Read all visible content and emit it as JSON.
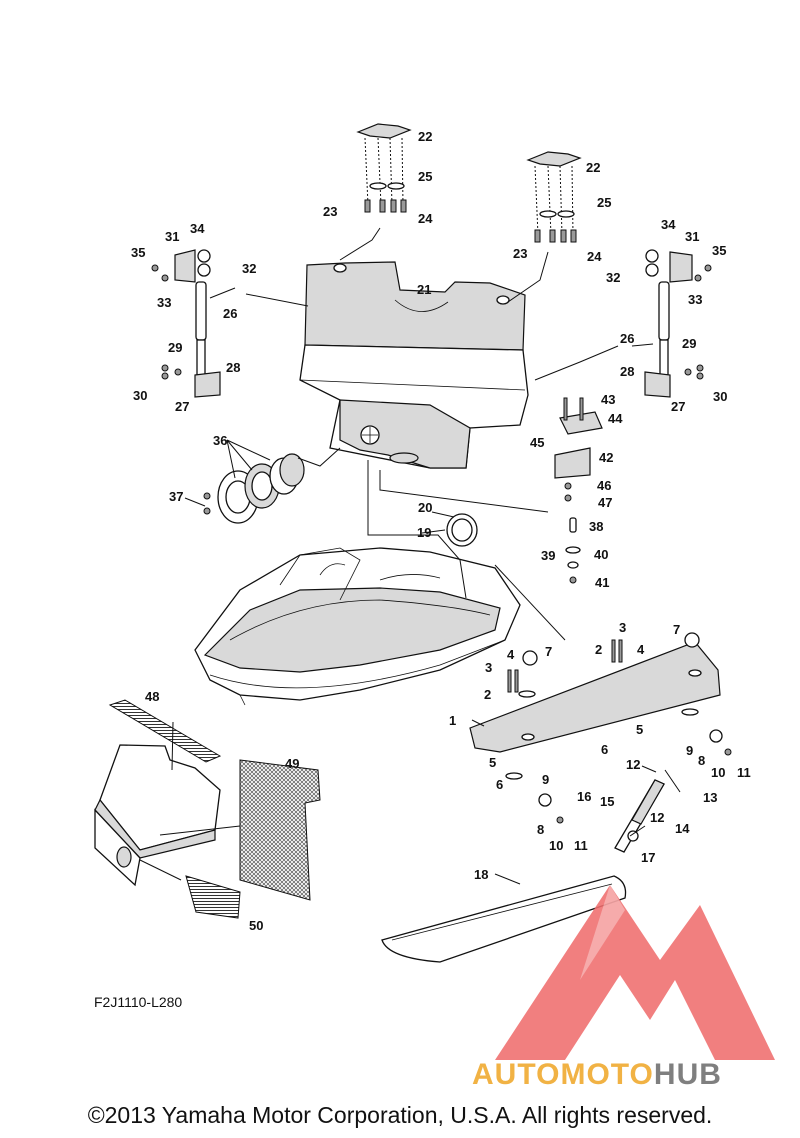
{
  "diagram": {
    "code": "F2J1110-L280",
    "copyright": "©2013 Yamaha Motor Corporation, U.S.A. All rights reserved."
  },
  "watermark": {
    "part1": "AUTOMOTO",
    "part2": "HUB",
    "colors": {
      "triangle": "#ef6d6d",
      "text_orange": "#f1b244",
      "text_gray": "#7f7f7f"
    }
  },
  "callouts": {
    "c1": "1",
    "c2a": "2",
    "c2b": "2",
    "c3a": "3",
    "c3b": "3",
    "c4a": "4",
    "c4b": "4",
    "c5a": "5",
    "c5b": "5",
    "c6a": "6",
    "c6b": "6",
    "c7a": "7",
    "c7b": "7",
    "c8a": "8",
    "c8b": "8",
    "c9a": "9",
    "c9b": "9",
    "c10a": "10",
    "c10b": "10",
    "c11a": "11",
    "c11b": "11",
    "c12a": "12",
    "c12b": "12",
    "c13": "13",
    "c14": "14",
    "c15": "15",
    "c16": "16",
    "c17": "17",
    "c18": "18",
    "c19": "19",
    "c20": "20",
    "c21": "21",
    "c22a": "22",
    "c22b": "22",
    "c23a": "23",
    "c23b": "23",
    "c24a": "24",
    "c24b": "24",
    "c25a": "25",
    "c25b": "25",
    "c26a": "26",
    "c26b": "26",
    "c27a": "27",
    "c27b": "27",
    "c28a": "28",
    "c28b": "28",
    "c29a": "29",
    "c29b": "29",
    "c30a": "30",
    "c30b": "30",
    "c31a": "31",
    "c31b": "31",
    "c32a": "32",
    "c32b": "32",
    "c33a": "33",
    "c33b": "33",
    "c34a": "34",
    "c34b": "34",
    "c35a": "35",
    "c35b": "35",
    "c36": "36",
    "c37": "37",
    "c38": "38",
    "c39": "39",
    "c40": "40",
    "c41": "41",
    "c42": "42",
    "c43": "43",
    "c44": "44",
    "c45": "45",
    "c46": "46",
    "c47": "47",
    "c48": "48",
    "c49": "49",
    "c50": "50"
  }
}
